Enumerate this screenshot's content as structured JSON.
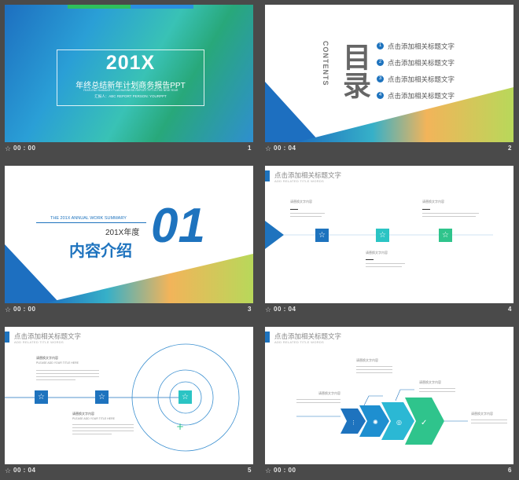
{
  "slides": [
    {
      "num": "1",
      "time": "00 : 00",
      "title": "201X",
      "subtitle": "年终总结新年计划商务报告PPT",
      "en": "YEAR-END SUMMARY PLAN BUSINESS REPORT PPT IN THE NEW YEAR",
      "reporter": "汇报人：ABC   REPORT PERSON: YOURPPT"
    },
    {
      "num": "2",
      "time": "00 : 04",
      "big": "目录",
      "en": "CONTENTS",
      "items": [
        {
          "n": "1",
          "t": "点击添加相关标题文字"
        },
        {
          "n": "2",
          "t": "点击添加相关标题文字"
        },
        {
          "n": "3",
          "t": "点击添加相关标题文字"
        },
        {
          "n": "4",
          "t": "点击添加相关标题文字"
        }
      ]
    },
    {
      "num": "3",
      "time": "00 : 00",
      "en": "THE 201X ANNUAL WORK SUMMARY",
      "year": "201X年度",
      "title": "内容介绍",
      "big": "01"
    },
    {
      "num": "4",
      "time": "00 : 04",
      "head": "点击添加相关标题文字",
      "headsub": "ADD RELATED TITLE WORDS",
      "labels": [
        "请替换文字内容",
        "请替换文字内容",
        "请替换文字内容"
      ]
    },
    {
      "num": "5",
      "time": "00 : 04",
      "head": "点击添加相关标题文字",
      "headsub": "ADD RELATED TITLE WORDS",
      "l1": "请替换文字内容",
      "l1s": "PLEASE ADD YOUR TITLE HERE",
      "l2": "请替换文字内容",
      "l2s": "PLEASE ADD YOUR TITLE HERE"
    },
    {
      "num": "6",
      "time": "00 : 00",
      "head": "点击添加相关标题文字",
      "headsub": "ADD RELATED TITLE WORDS",
      "labels": [
        "请替换文字内容",
        "请替换文字内容",
        "请替换文字内容",
        "请替换文字内容"
      ]
    }
  ],
  "star": "☆",
  "colors": {
    "blue": "#1e73be",
    "teal": "#2bc4c4",
    "green": "#2fc48c"
  }
}
